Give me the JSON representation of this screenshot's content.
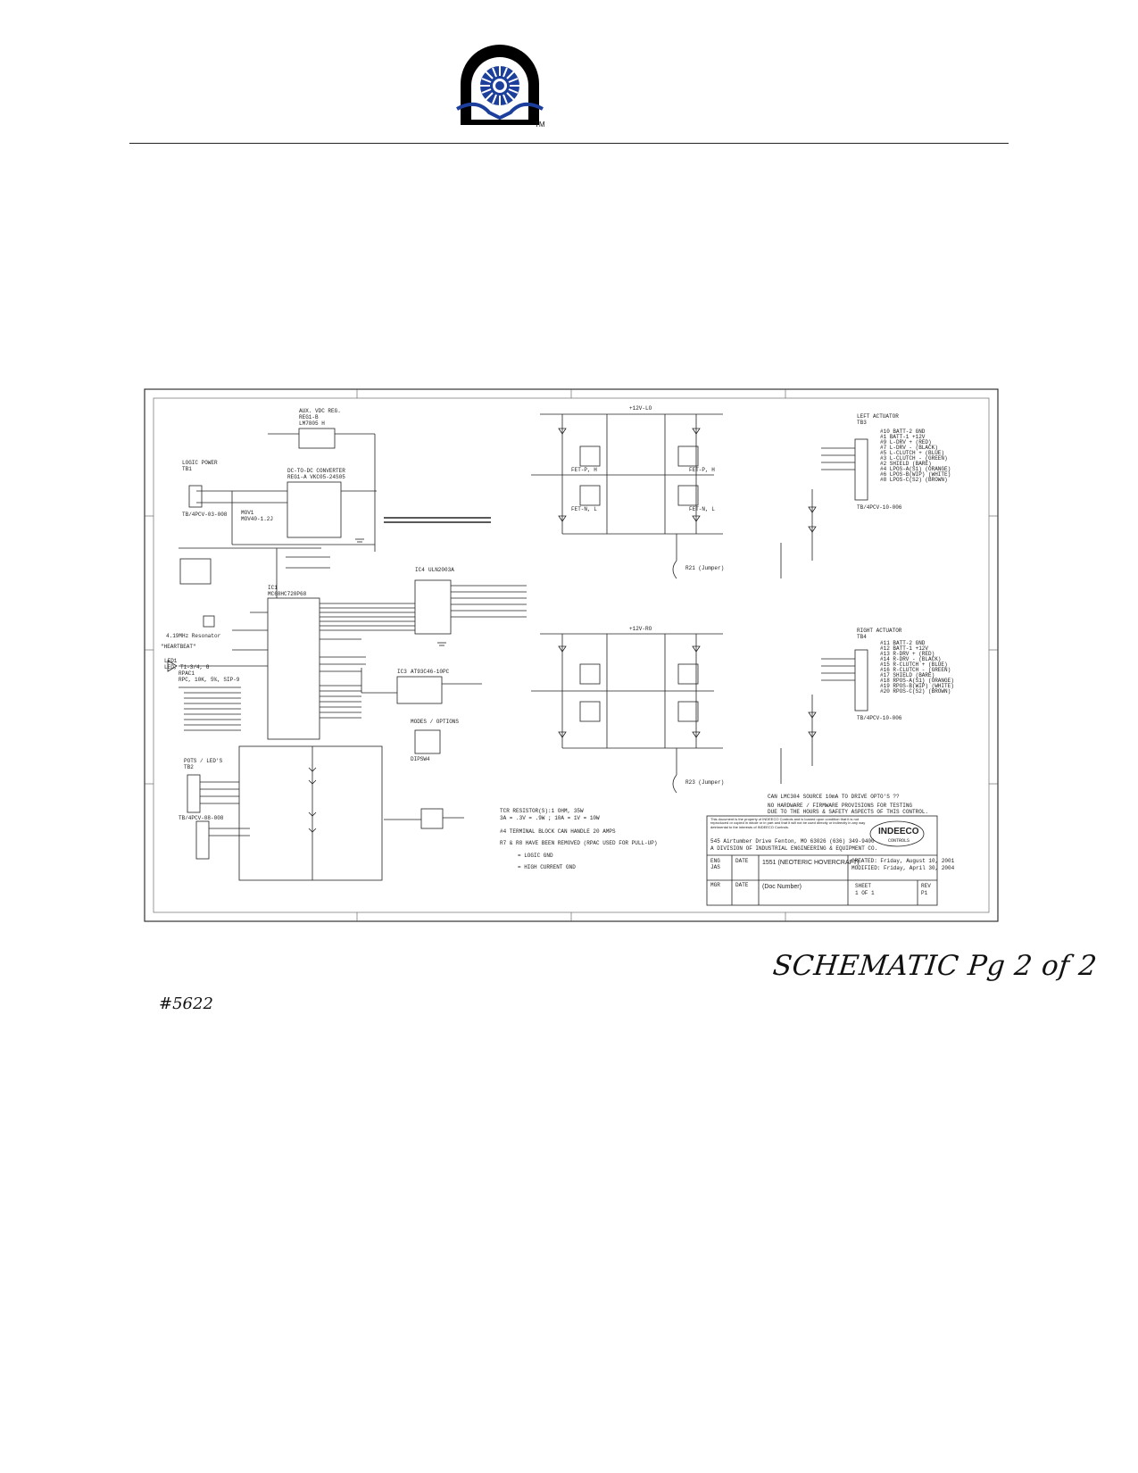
{
  "header": {
    "tm": "TM"
  },
  "schematic": {
    "blocks": {
      "aux": {
        "title": "AUX. VDC REG.",
        "reg": "REG1-B",
        "reg_part": "LM7805 H",
        "conv_title": "DC-TO-DC CONVERTER",
        "conv_part": "REG1-A VKC05-24S05"
      },
      "logic_power": {
        "title": "LOGIC POWER",
        "tb": "TB1",
        "part": "TB/4PCV-03-008",
        "mov": "MOV1",
        "mov_part": "MOV40-1.2J"
      },
      "mcu": {
        "ref": "IC1",
        "part": "MC68HC720P68",
        "resonator": "4.19MHz Resonator"
      },
      "driver": {
        "ref": "IC4",
        "part": "ULN2003A"
      },
      "eeprom": {
        "ref": "IC3",
        "part": "AT93C46-10PC"
      },
      "rpack": {
        "ref": "RPAC1",
        "desc": "RPC, 10K, 5%, SIP-9"
      },
      "led": {
        "label": "\"HEARTBEAT\"",
        "ref": "LED1",
        "desc": "LED, T1-3/4, G"
      },
      "modes": {
        "title": "MODES / OPTIONS",
        "ref": "DIPSW4"
      },
      "pots": {
        "title": "POTS / LED'S",
        "tb": "TB2",
        "part": "TB/4PCV-08-008"
      },
      "bridge_top": {
        "rail": "+12V-LO",
        "left_fet": "FET-P, H",
        "right_fet": "FET-P, H",
        "left_low": "FET-N, L",
        "right_low": "FET-N, L",
        "jumper": "R21 (Jumper)"
      },
      "bridge_bottom": {
        "rail": "+12V-RO",
        "jumper": "R23 (Jumper)"
      },
      "left_actuator": {
        "title": "LEFT ACTUATOR",
        "tb": "TB3",
        "part": "TB/4PCV-10-006",
        "pins": [
          "#10 BATT-2 GND",
          "#1 BATT-1 +12V",
          "#9 L-DRV + (RED)",
          "#7 L-DRV - (BLACK)",
          "#5 L-CLUTCH + (BLUE)",
          "#3 L-CLUTCH - (GREEN)",
          "#2 SHIELD (BARE)",
          "#4 LPOS-A(S1) (ORANGE)",
          "#6 LPOS-B(WIP) (WHITE)",
          "#8 LPOS-C(S2) (BROWN)"
        ]
      },
      "right_actuator": {
        "title": "RIGHT ACTUATOR",
        "tb": "TB4",
        "part": "TB/4PCV-10-006",
        "pins": [
          "#11 BATT-2 GND",
          "#12 BATT-1 +12V",
          "#13 R-DRV + (RED)",
          "#14 R-DRV - (BLACK)",
          "#15 R-CLUTCH + (BLUE)",
          "#16 R-CLUTCH - (GREEN)",
          "#17 SHIELD (BARE)",
          "#18 RPOS-A(S1) (ORANGE)",
          "#19 RPOS-B(WIP) (WHITE)",
          "#20 RPOS-C(S2) (BROWN)"
        ]
      }
    },
    "notes": [
      "CAN LMC304 SOURCE 10mA TO DRIVE OPTO'S ??",
      "NO HARDWARE / FIRMWARE PROVISIONS FOR TESTING",
      "DUE TO THE HOURS & SAFETY ASPECTS OF THIS CONTROL."
    ],
    "bottom_notes": [
      "TCR RESISTOR(S):1 OHM, 35W",
      "3A = .3V = .9W  ;  10A = 1V = 10W",
      "#4 TERMINAL BLOCK CAN HANDLE 20 AMPS",
      "R7 & R8 HAVE BEEN REMOVED (RPAC USED FOR PULL-UP)",
      "= LOGIC GND",
      "= HIGH CURRENT GND"
    ],
    "title_block": {
      "disclaimer": "This document is the property of INDEECO Controls and is loaned upon condition that it is not reproduced or copied in whole or in part and that it will not be used directly or indirectly in any way detrimental to the interests of INDEECO Controls.",
      "address": "545 Airtumber Drive Fenton, MO 63026 (636) 349-9400",
      "division": "A DIVISION OF INDUSTRIAL ENGINEERING & EQUIPMENT CO.",
      "logo_text": "INDEECO",
      "logo_sub": "CONTROLS",
      "eng_label": "ENG",
      "eng_value": "JAS",
      "mgr_label": "MGR",
      "date_label": "DATE",
      "title": "1551 (NEOTERIC HOVERCRAFT)",
      "doc_number": "(Doc Number)",
      "created": "CREATED: Friday, August 10, 2001",
      "modified": "MODIFIED: Friday, April 30, 2004",
      "sheet_label": "SHEET",
      "sheet": "1 OF 1",
      "rev_label": "REV",
      "rev": "P1"
    }
  },
  "handwritten": {
    "caption": "SCHEMATIC Pg 2 of 2",
    "doc_number": "#5622"
  },
  "colors": {
    "logo_blue": "#1d3f9c",
    "ink": "#111111"
  }
}
